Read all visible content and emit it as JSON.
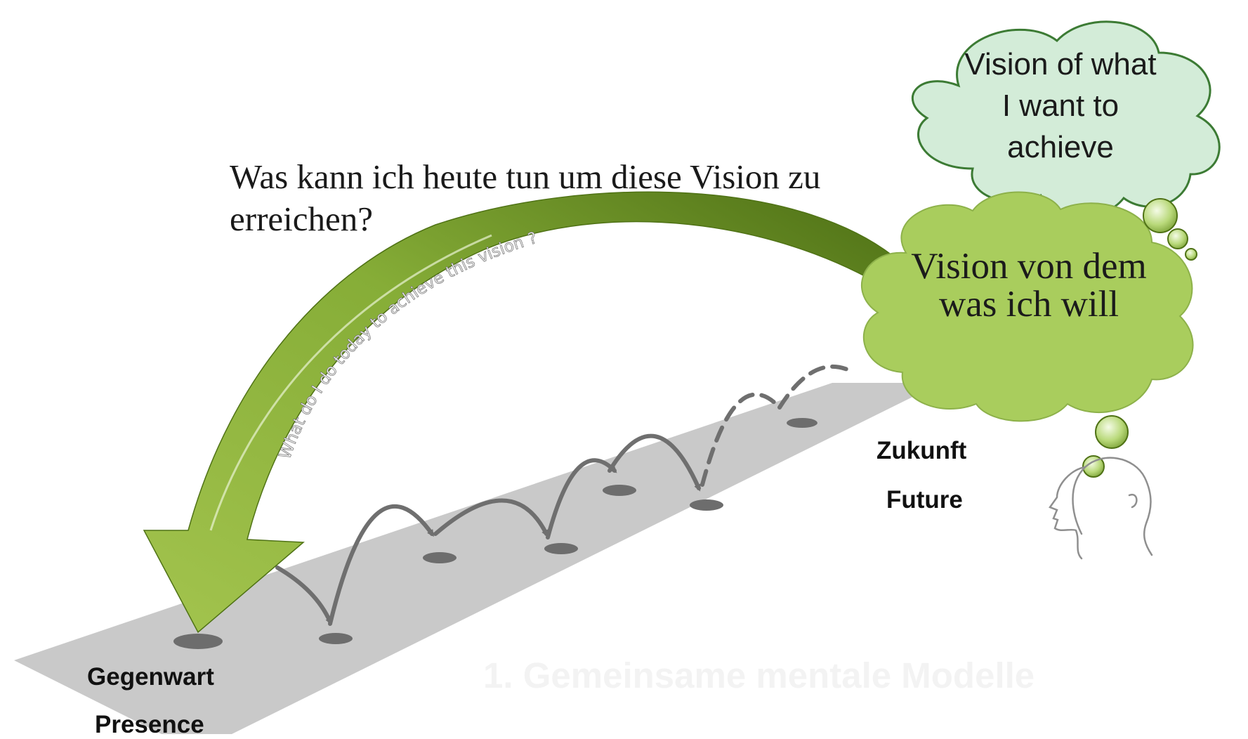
{
  "question": {
    "german": "Was  kann ich heute tun um diese Vision zu erreichen?",
    "english": "What do I do today to achieve this vision ?"
  },
  "cloud_vision_en": "Vision of what I want to achieve",
  "cloud_vision_de": "Vision von dem was ich will",
  "timeline": {
    "future_de": "Zukunft",
    "future_en": "Future",
    "present_de": "Gegenwart",
    "present_en": "Presence"
  },
  "faint_title": "1. Gemeinsame mentale Modelle",
  "colors": {
    "arrow_green": "#8db53c",
    "arrow_dark_green": "#5e7f1c",
    "cloud_light_fill": "#d3ecd8",
    "cloud_light_stroke": "#3c7b34",
    "cloud_dark_fill": "#a9cd5d",
    "road_gray": "#c8c8c8",
    "step_gray": "#6d6d6d",
    "arc_gray": "#6f6f6f"
  },
  "icons": [
    "curved-arrow-icon",
    "thought-cloud-icon",
    "head-profile-icon",
    "stepping-stone-icon"
  ]
}
